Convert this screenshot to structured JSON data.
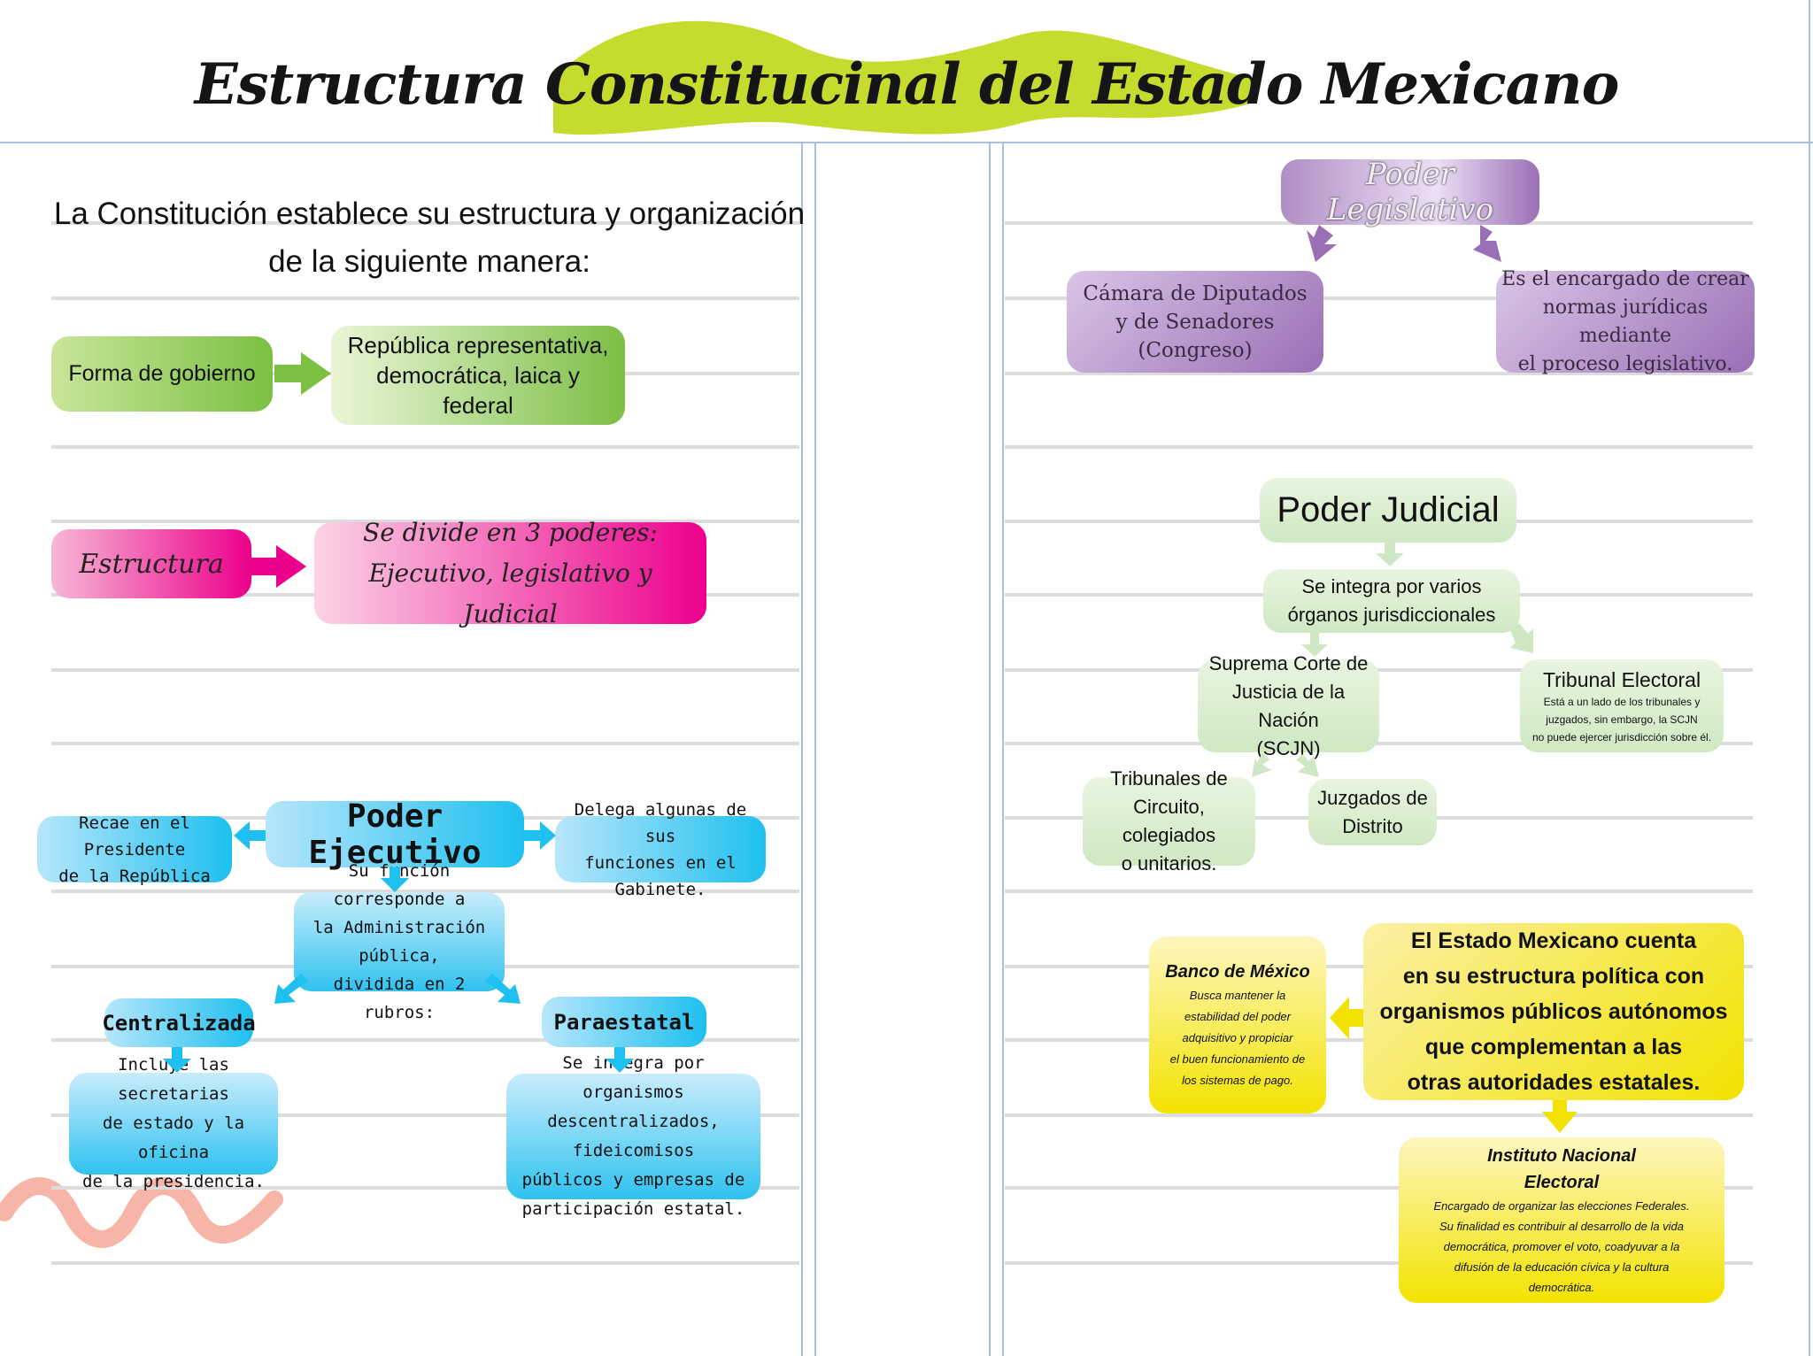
{
  "title": "Estructura Constitucinal del Estado Mexicano",
  "intro": {
    "line1": "La Constitución establece su estructura y organización",
    "line2": "de la siguiente manera:"
  },
  "forma": {
    "label": "Forma de gobierno",
    "value_line1": "República representativa,",
    "value_line2": "democrática, laica y federal"
  },
  "estructura": {
    "label": "Estructura",
    "value_line1": "Se divide en 3 poderes:",
    "value_line2": "Ejecutivo, legislativo y Judicial"
  },
  "ejecutivo": {
    "title": "Poder Ejecutivo",
    "left_line1": "Recae en el Presidente",
    "left_line2": "de la República",
    "right_line1": "Delega algunas de sus",
    "right_line2": "funciones en el Gabinete.",
    "funcion_line1": "Su función corresponde a",
    "funcion_line2": "la Administración pública,",
    "funcion_line3": "dividida en 2 rubros:",
    "centralizada": "Centralizada",
    "paraestatal": "Paraestatal",
    "central_desc_line1": "Incluye las secretarias",
    "central_desc_line2": "de estado y la oficina",
    "central_desc_line3": "de la presidencia.",
    "para_desc_line1": "Se integra por organismos",
    "para_desc_line2": "descentralizados, fideicomisos",
    "para_desc_line3": "públicos y empresas de",
    "para_desc_line4": "participación estatal."
  },
  "legislativo": {
    "title": "Poder Legislativo",
    "left_line1": "Cámara de Diputados",
    "left_line2": "y de Senadores",
    "left_line3": "(Congreso)",
    "right_line1": "Es el encargado de crear",
    "right_line2": "normas jurídicas mediante",
    "right_line3": "el proceso legislativo."
  },
  "judicial": {
    "title": "Poder Judicial",
    "integra_line1": "Se integra por varios",
    "integra_line2": "órganos jurisdiccionales",
    "scjn_line1": "Suprema Corte de",
    "scjn_line2": "Justicia de la Nación",
    "scjn_line3": "(SCJN)",
    "tribunal_title": "Tribunal Electoral",
    "tribunal_desc_line1": "Está a un lado de los tribunales y",
    "tribunal_desc_line2": "juzgados, sin embargo, la SCJN",
    "tribunal_desc_line3": "no puede ejercer jurisdicción sobre él.",
    "circuito_line1": "Tribunales de",
    "circuito_line2": "Circuito, colegiados",
    "circuito_line3": "o unitarios.",
    "juzgados_line1": "Juzgados de",
    "juzgados_line2": "Distrito"
  },
  "autonomos": {
    "main_line1": "El Estado Mexicano cuenta",
    "main_line2": "en su estructura política con",
    "main_line3": "organismos públicos autónomos",
    "main_line4": "que complementan a las",
    "main_line5": "otras autoridades estatales.",
    "banxico_title": "Banco de México",
    "banxico_line1": "Busca mantener la",
    "banxico_line2": "estabilidad del poder",
    "banxico_line3": "adquisitivo y propiciar",
    "banxico_line4": "el buen funcionamiento de",
    "banxico_line5": "los sistemas de pago.",
    "ine_title_line1": "Instituto Nacional",
    "ine_title_line2": "Electoral",
    "ine_line1": "Encargado de organizar las elecciones Federales.",
    "ine_line2": "Su finalidad es contribuir al desarrollo de la vida",
    "ine_line3": "democrática, promover el voto, coadyuvar a la",
    "ine_line4": "difusión de la educación cívica y la cultura",
    "ine_line5": "democrática."
  },
  "colors": {
    "green": "#7bc043",
    "pink": "#ec008c",
    "blue": "#1ec0ef",
    "purple": "#9a6fb6",
    "judicial_green": "#cfe8c3",
    "yellow": "#f2e200",
    "highlight": "#c5dc2e",
    "squiggle": "#f5a898"
  }
}
